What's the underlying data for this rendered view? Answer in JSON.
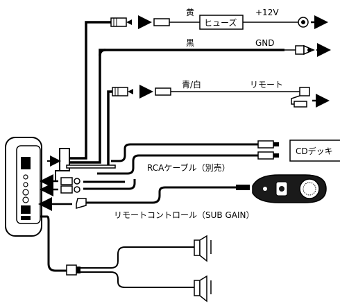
{
  "labels": {
    "yellow": "黄",
    "fuse": "ヒューズ",
    "plus12v": "+12V",
    "black": "黒",
    "gnd": "GND",
    "blue_white": "青/白",
    "remote": "リモート",
    "cd_deck": "CDデッキ",
    "rca_cable": "RCAケーブル（別売）",
    "remote_control": "リモートコントロール（SUB GAIN）"
  },
  "colors": {
    "line": "#000000",
    "knob": "#1a1a1a",
    "background": "#ffffff"
  }
}
